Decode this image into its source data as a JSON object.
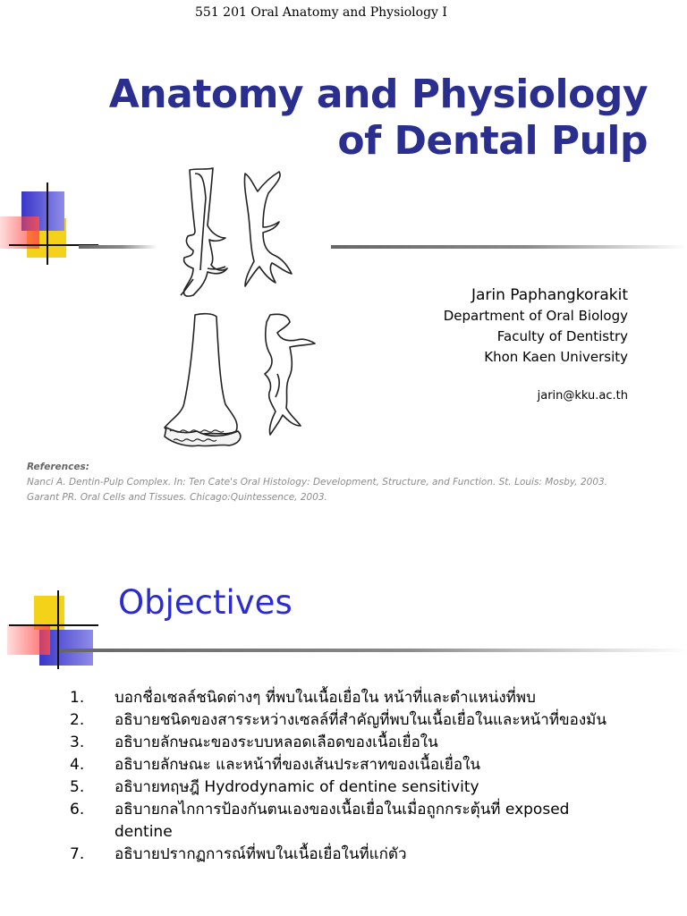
{
  "header": {
    "course": "551 201 Oral Anatomy and Physiology I"
  },
  "title": {
    "line1": "Anatomy and Physiology",
    "line2": "of Dental Pulp"
  },
  "author": {
    "name": "Jarin Paphangkorakit",
    "department": "Department of Oral Biology",
    "faculty": "Faculty of Dentistry",
    "university": "Khon Kaen University",
    "email": "jarin@kku.ac.th"
  },
  "references": {
    "heading": "References:",
    "items": [
      "Nanci A. Dentin-Pulp Complex. In: Ten Cate's Oral Histology: Development, Structure, and Function. St. Louis: Mosby, 2003.",
      "Garant PR. Oral Cells and Tissues. Chicago:Quintessence, 2003."
    ]
  },
  "objectives": {
    "heading": "Objectives",
    "items": [
      {
        "num": "1.",
        "text": "บอกชื่อเซลล์ชนิดต่างๆ ที่พบในเนื้อเยื่อใน หน้าที่และตำแหน่งที่พบ"
      },
      {
        "num": "2.",
        "text": "อธิบายชนิดของสารระหว่างเซลล์ที่สำคัญที่พบในเนื้อเยื่อในและหน้าที่ของมัน"
      },
      {
        "num": "3.",
        "text": "อธิบายลักษณะของระบบหลอดเลือดของเนื้อเยื่อใน"
      },
      {
        "num": "4.",
        "text": "อธิบายลักษณะ และหน้าที่ของเส้นประสาทของเนื้อเยื่อใน"
      },
      {
        "num": "5.",
        "text": "อธิบายทฤษฎี Hydrodynamic of dentine sensitivity"
      },
      {
        "num": "6.",
        "text": "อธิบายกลไกการป้องกันตนเองของเนื้อเยื่อในเมื่อถูกกระตุ้นที่ exposed dentine"
      },
      {
        "num": "7.",
        "text": "อธิบายปรากฏการณ์ที่พบในเนื้อเยื่อในที่แก่ตัว"
      }
    ]
  },
  "colors": {
    "title": "#2a2f8f",
    "objectives_heading": "#2a2bd1",
    "deco_blue": "#3a36c9",
    "deco_yellow": "#f5d21a",
    "deco_red": "#ff4b4b"
  }
}
